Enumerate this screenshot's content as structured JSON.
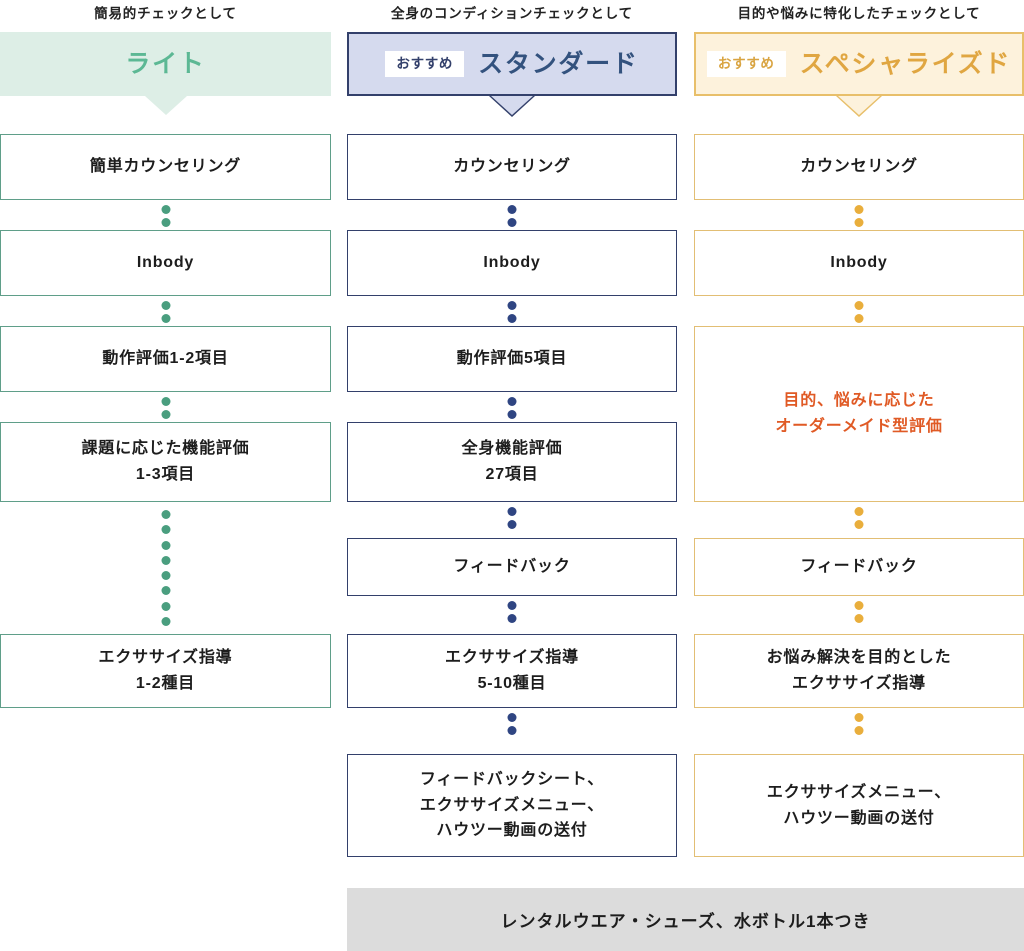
{
  "columns": [
    {
      "key": "light",
      "caption": "簡易的チェックとして",
      "plan_name": "ライト",
      "badge": null,
      "accent_color": "#5cb894",
      "header_bg": "#ddeee6",
      "border_color": "#5f9e89",
      "dot_color": "#4a9e7f",
      "steps": [
        {
          "label": "簡単カウンセリング",
          "accent": false
        },
        {
          "label": "Inbody",
          "accent": false
        },
        {
          "label": "動作評価1-2項目",
          "accent": false
        },
        {
          "label": "課題に応じた機能評価\n1-3項目",
          "accent": false
        },
        {
          "label": "エクササイズ指導\n1-2種目",
          "accent": false
        }
      ]
    },
    {
      "key": "standard",
      "caption": "全身のコンディションチェックとして",
      "plan_name": "スタンダード",
      "badge": "おすすめ",
      "accent_color": "#33527e",
      "header_bg": "#d5daee",
      "border_color": "#33406b",
      "dot_color": "#2f4582",
      "steps": [
        {
          "label": "カウンセリング",
          "accent": false
        },
        {
          "label": "Inbody",
          "accent": false
        },
        {
          "label": "動作評価5項目",
          "accent": false
        },
        {
          "label": "全身機能評価\n27項目",
          "accent": false
        },
        {
          "label": "フィードバック",
          "accent": false
        },
        {
          "label": "エクササイズ指導\n5-10種目",
          "accent": false
        },
        {
          "label": "フィードバックシート、\nエクササイズメニュー、\nハウツー動画の送付",
          "accent": false
        }
      ]
    },
    {
      "key": "special",
      "caption": "目的や悩みに特化したチェックとして",
      "plan_name": "スペシャライズド",
      "badge": "おすすめ",
      "accent_color": "#e0a641",
      "header_bg": "#fdf2dc",
      "border_color": "#e2be74",
      "dot_color": "#e9ae3c",
      "steps": [
        {
          "label": "カウンセリング",
          "accent": false
        },
        {
          "label": "Inbody",
          "accent": false
        },
        {
          "label": "目的、悩みに応じた\nオーダーメイド型評価",
          "accent": true
        },
        {
          "label": "フィードバック",
          "accent": false
        },
        {
          "label": "お悩み解決を目的とした\nエクササイズ指導",
          "accent": false
        },
        {
          "label": "エクササイズメニュー、\nハウツー動画の送付",
          "accent": false
        }
      ]
    }
  ],
  "footer": {
    "label": "レンタルウエア・シューズ、水ボトル1本つき",
    "bg_color": "#dcdcdc"
  },
  "accent_text_color": "#e05a25"
}
